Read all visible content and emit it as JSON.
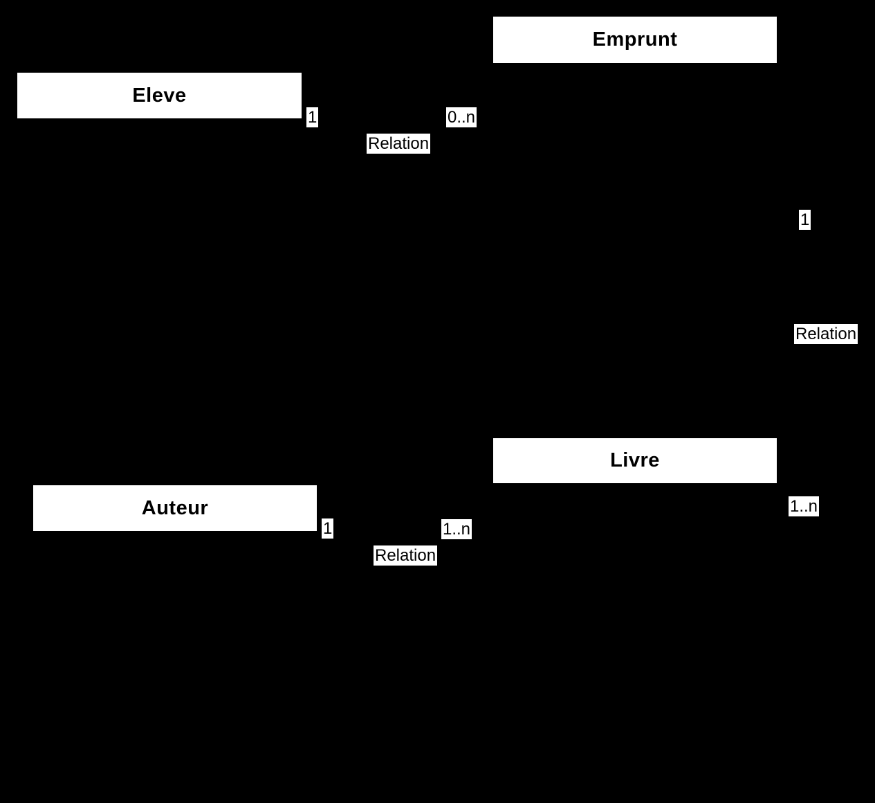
{
  "diagram": {
    "type": "uml-class-diagram",
    "background_color": "#000000",
    "box_fill_color": "#ffffff",
    "text_color": "#000000",
    "classes": [
      {
        "name": "Eleve"
      },
      {
        "name": "Emprunt"
      },
      {
        "name": "Livre"
      },
      {
        "name": "Auteur"
      }
    ],
    "associations": [
      {
        "label": "Relation",
        "end_a_multiplicity": "1",
        "end_b_multiplicity": "0..n",
        "between": "Eleve and Emprunt"
      },
      {
        "label": "Relation",
        "end_a_multiplicity": "1",
        "end_b_multiplicity": "1..n",
        "between": "Emprunt and Livre"
      },
      {
        "label": "Relation",
        "end_a_multiplicity": "1",
        "end_b_multiplicity": "1..n",
        "between": "Auteur and Livre"
      }
    ]
  }
}
